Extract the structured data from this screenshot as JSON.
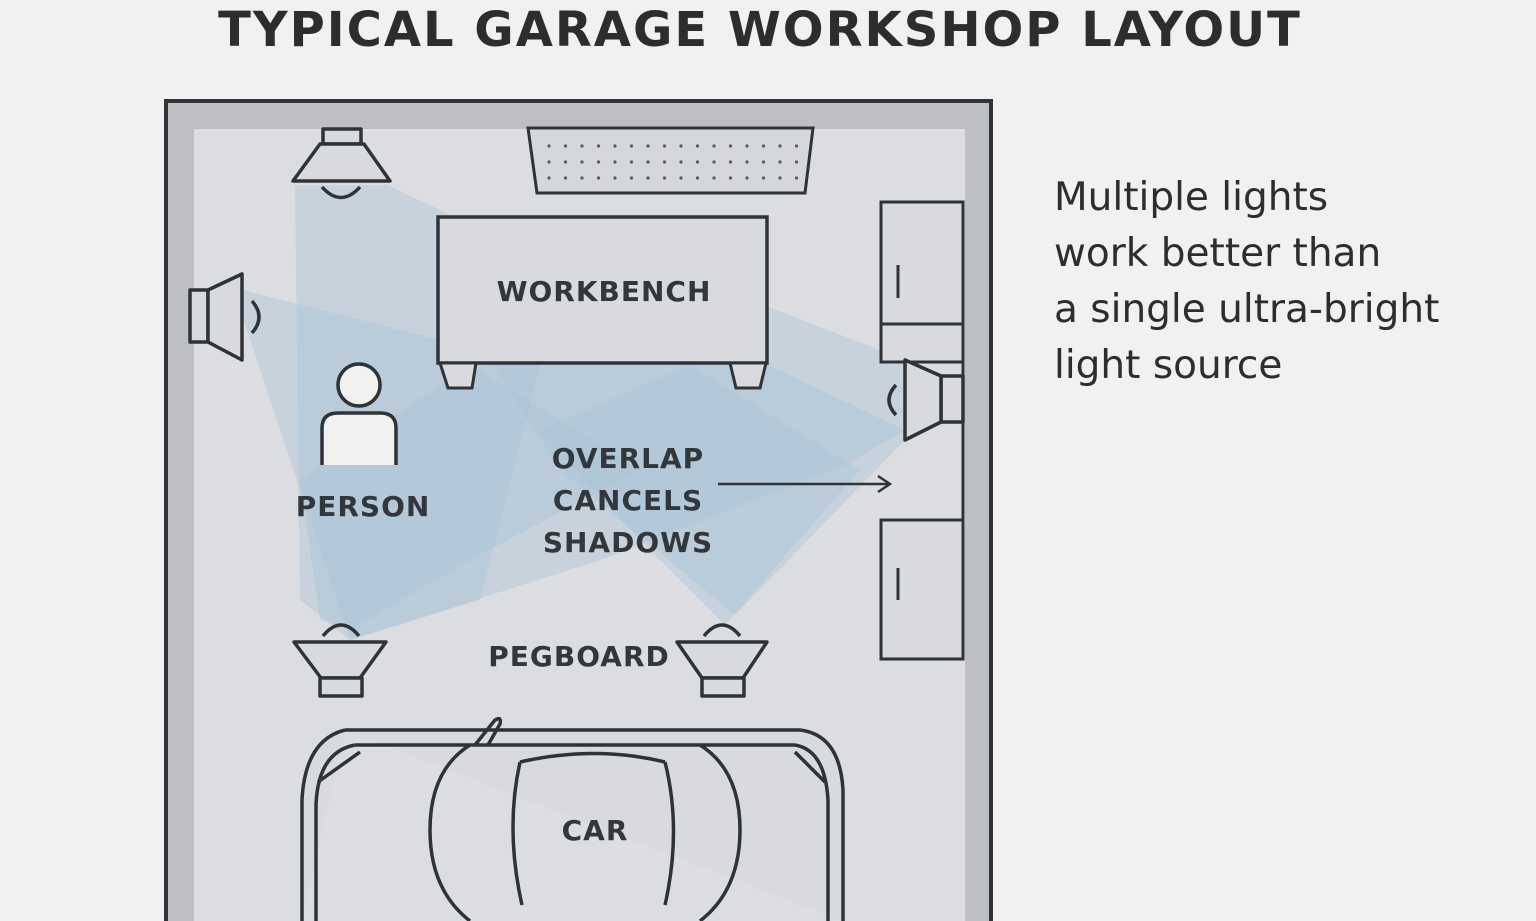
{
  "title": "TYPICAL GARAGE WORKSHOP LAYOUT",
  "note": {
    "lines": [
      "Multiple lights",
      "work better than",
      "a single ultra-bright",
      "light source"
    ]
  },
  "labels": {
    "workbench": "WORKBENCH",
    "person": "PERSON",
    "overlap": [
      "OVERLAP",
      "CANCELS",
      "SHADOWS"
    ],
    "pegboard": "PEGBOARD",
    "car": "CAR"
  },
  "colors": {
    "background": "#f1f1ef",
    "floor": "#dcdde0",
    "wall": "#bdbfc3",
    "outline": "#2f3236",
    "light_beam": "#a9c3d6"
  },
  "icons": [
    "ceiling-light-icon",
    "wall-light-icon",
    "floor-light-icon",
    "person-icon",
    "car-icon",
    "arrow-icon"
  ]
}
